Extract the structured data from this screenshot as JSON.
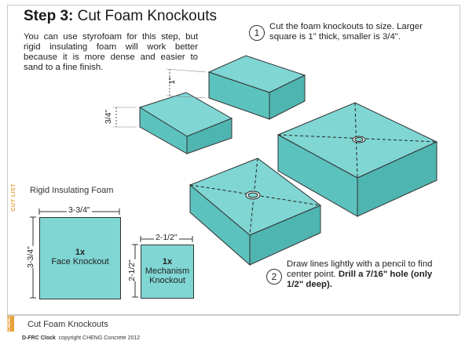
{
  "title": {
    "step": "Step 3:",
    "rest": " Cut Foam Knockouts"
  },
  "intro": "You can use styrofoam for this step, but rigid insulating foam will work better because it is more dense and easier to sand to a fine finish.",
  "step1": {
    "num": "1",
    "text": "Cut the foam knockouts to size. Larger square is 1\" thick, smaller is 3/4\"."
  },
  "step2": {
    "num": "2",
    "text_plain": "Draw lines lightly with a pencil to find center point. ",
    "text_bold": "Drill a 7/16\" hole (only 1/2\" deep)."
  },
  "illustration": {
    "thick_label": "1\"",
    "thin_label": "3/4\""
  },
  "cut_list": {
    "side_label": "CUT LIST",
    "heading": "Rigid Insulating Foam",
    "face": {
      "width": "3-3/4\"",
      "height": "3-3/4\"",
      "qty": "1x",
      "name": "Face Knockout"
    },
    "mechanism": {
      "width": "2-1/2\"",
      "height": "2-1/2\"",
      "qty": "1x",
      "name_line1": "Mechanism",
      "name_line2": "Knockout"
    }
  },
  "footer": {
    "brand": "CHENG",
    "title": "Cut Foam Knockouts",
    "product": "D-FRC Clock",
    "copyright": "copyright CHENG Concrete 2012"
  },
  "colors": {
    "foam": "#7fd6d3",
    "foam_dark": "#4fb5b1",
    "accent": "#e8a23a"
  }
}
